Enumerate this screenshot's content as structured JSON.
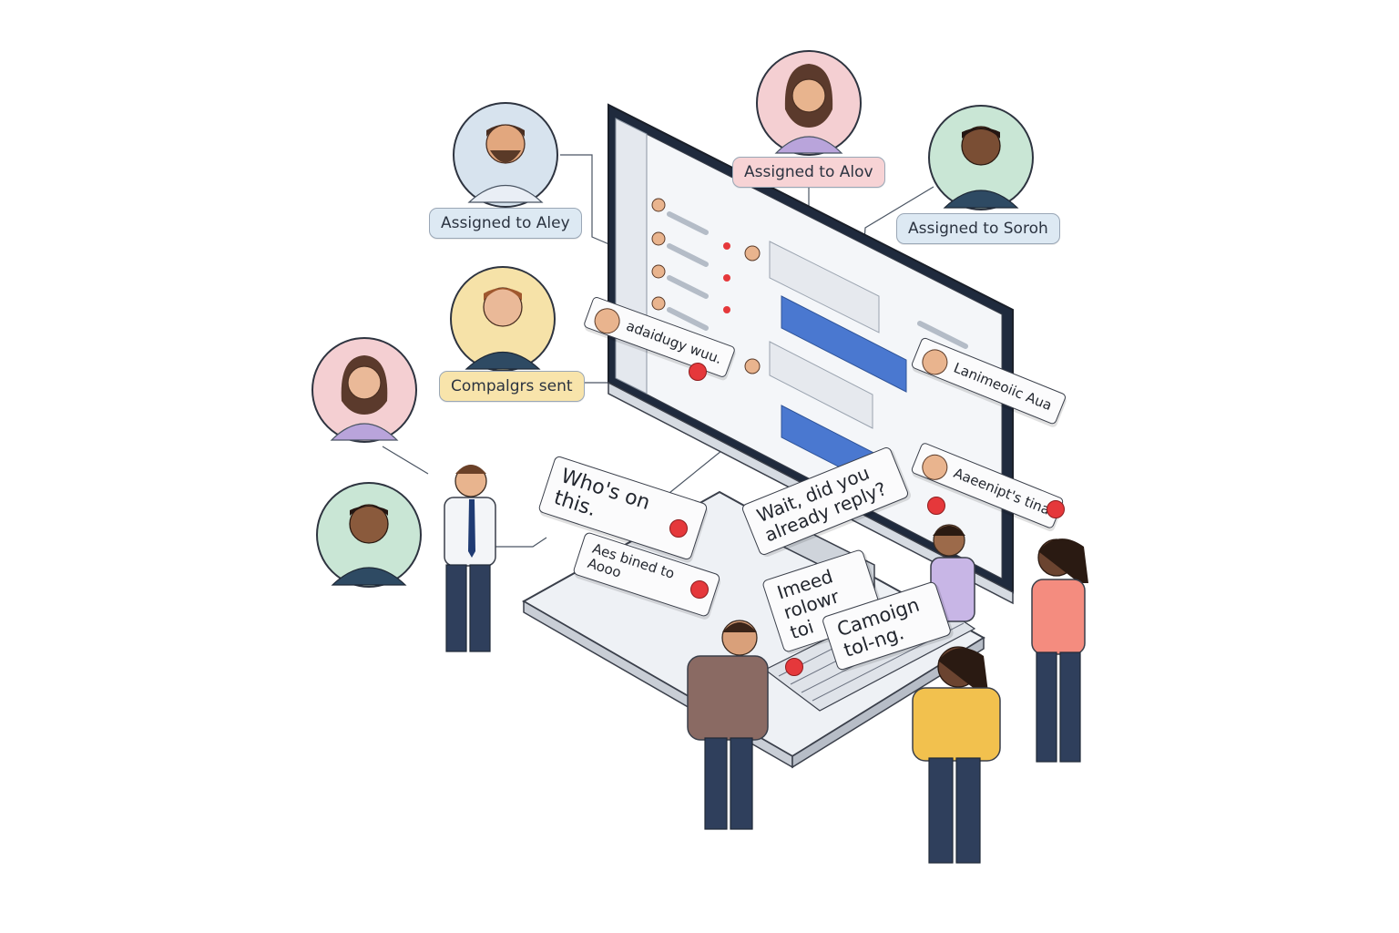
{
  "labels": {
    "aley": "Assigned to Aley",
    "alov": "Assigned to Alov",
    "soroh": "Assigned to Soroh",
    "campaigns": "Compalgrs sent"
  },
  "bubbles": {
    "whos_on_this": "Who's on this.",
    "wait_reply": "Wait, did you already reply?",
    "need_follow": "Imeed rolowr toi",
    "campaign_ing": "Camoign tol-ng.",
    "assigned_bubble": "Aes bined to Aooo"
  },
  "chips": {
    "left_chip": "adaidugy wuu.",
    "right_chip_1": "Lanimeoiic Aua",
    "right_chip_2": "Aaeenipt's tina"
  },
  "icons": [
    "avatar-icon",
    "red-notification-dot",
    "chat-bubble-icon"
  ],
  "colors": {
    "accent_blue": "#4a78d0",
    "alert_red": "#e5383b",
    "label_blue": "#dde9f3",
    "label_pink": "#f7d3d5",
    "label_yellow": "#f8e4ab"
  }
}
